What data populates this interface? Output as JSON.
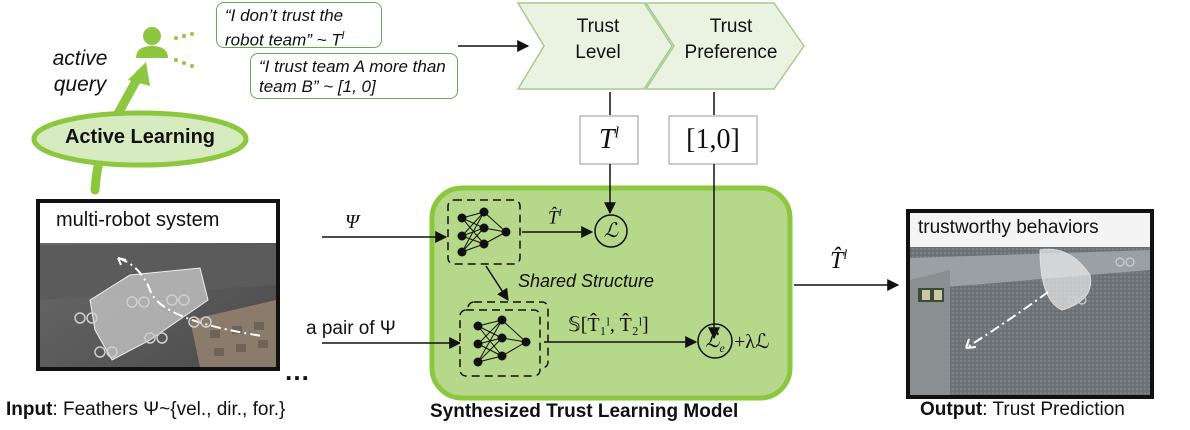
{
  "active_query": {
    "label_line1": "active",
    "label_line2": "query",
    "quote_trust_level": "“I don’t trust the robot team” ~ T",
    "quote_trust_level_sup": "l",
    "quote_preference": "“I trust team A more than team B” ~ [1, 0]"
  },
  "active_learning": {
    "label": "Active Learning"
  },
  "chevrons": {
    "trust_level": [
      "Trust",
      "Level"
    ],
    "trust_preference": [
      "Trust",
      "Preference"
    ]
  },
  "targets": {
    "trust_level_symbol": "T",
    "trust_level_sup": "l",
    "preference_symbol": "[1,0]"
  },
  "input": {
    "panel_label": "multi-robot system",
    "ellipsis": "…",
    "caption_bold": "Input",
    "caption_rest": ": Feathers Ψ~{vel., dir., for.}"
  },
  "model": {
    "psi_label": "Ψ",
    "pair_label": "a pair of Ψ",
    "that_label": "T̂",
    "that_sup": "l",
    "loss_symbol": "ℒ",
    "shared_structure": "Shared  Structure",
    "pair_expression": "𝕊[T̂₁ˡ, T̂₂ˡ]",
    "loss_e_symbol": "ℒ",
    "loss_e_sub": "e",
    "reg_term": "+λℒ",
    "caption": "Synthesized Trust Learning Model"
  },
  "output": {
    "arrow_label": "T̂",
    "arrow_label_sup": "l",
    "panel_label": "trustworthy behaviors",
    "caption_bold": "Output",
    "caption_rest": ": Trust Prediction"
  },
  "colors": {
    "green_fill": "#b6d88a",
    "green_border": "#6aa84f",
    "chevron_fill": "#eaf3e1"
  }
}
